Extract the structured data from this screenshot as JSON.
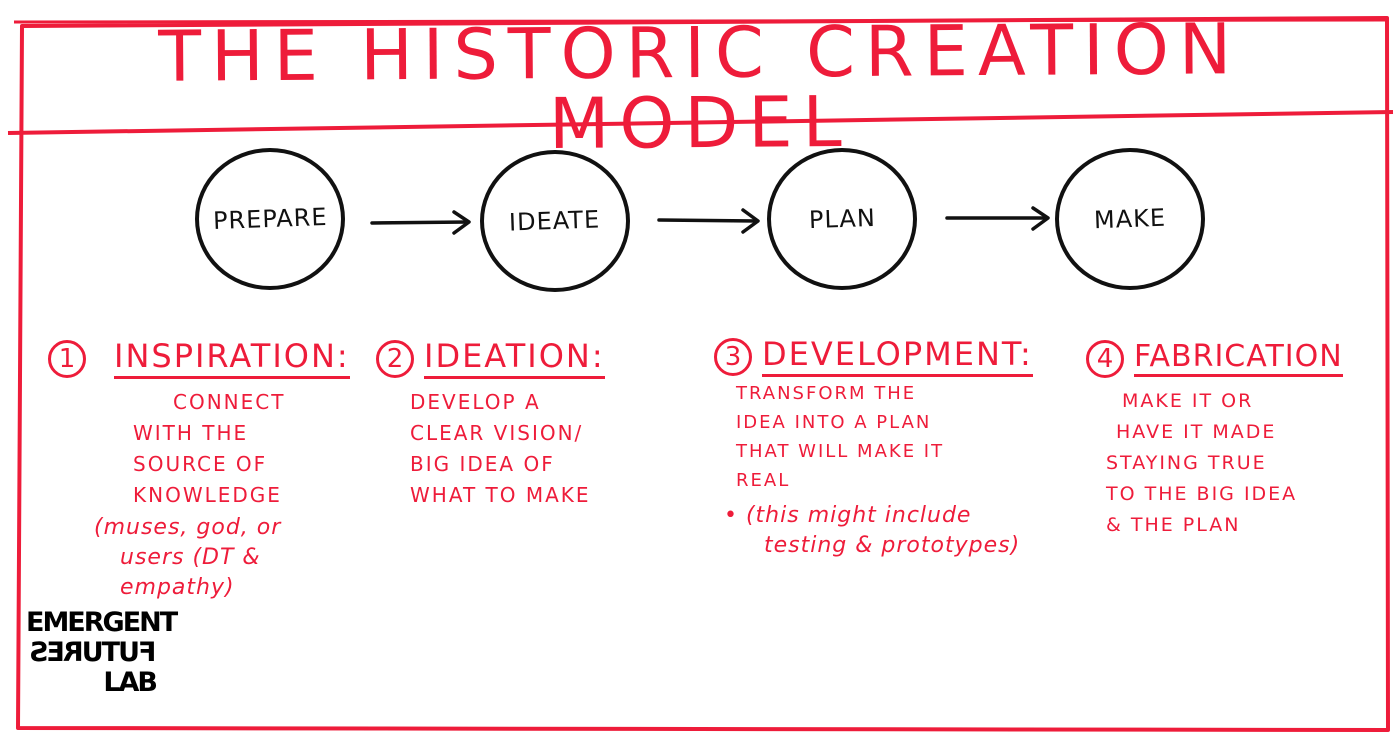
{
  "title": "THE HISTORIC CREATION MODEL",
  "colors": {
    "ink": "#111111",
    "marker_red": "#ee1c3a",
    "background": "#ffffff"
  },
  "stages": [
    {
      "label": "PREPARE"
    },
    {
      "label": "IDEATE"
    },
    {
      "label": "PLAN"
    },
    {
      "label": "MAKE"
    }
  ],
  "phases": [
    {
      "number": "1",
      "name": "INSPIRATION:",
      "lines": [
        "CONNECT",
        "WITH THE",
        "SOURCE OF",
        "KNOWLEDGE"
      ],
      "note": [
        "(muses, god, or",
        "users (DT &",
        "empathy)"
      ]
    },
    {
      "number": "2",
      "name": "IDEATION:",
      "lines": [
        "DEVELOP A",
        "CLEAR VISION/",
        "BIG IDEA OF",
        "WHAT TO MAKE"
      ]
    },
    {
      "number": "3",
      "name": "DEVELOPMENT:",
      "lines": [
        "TRANSFORM THE",
        "IDEA INTO A PLAN",
        "THAT WILL MAKE IT",
        "REAL"
      ],
      "note": [
        "• (this might include",
        "testing & prototypes)"
      ]
    },
    {
      "number": "4",
      "name": "FABRICATION",
      "lines": [
        "MAKE IT OR",
        "HAVE IT MADE",
        "STAYING TRUE",
        "TO THE BIG IDEA",
        "& THE PLAN"
      ]
    }
  ],
  "logo": {
    "line1": "EMERGENT",
    "line2": "FUTURES",
    "line3": "LAB",
    "icon": "emergent-futures-lab-logo"
  }
}
